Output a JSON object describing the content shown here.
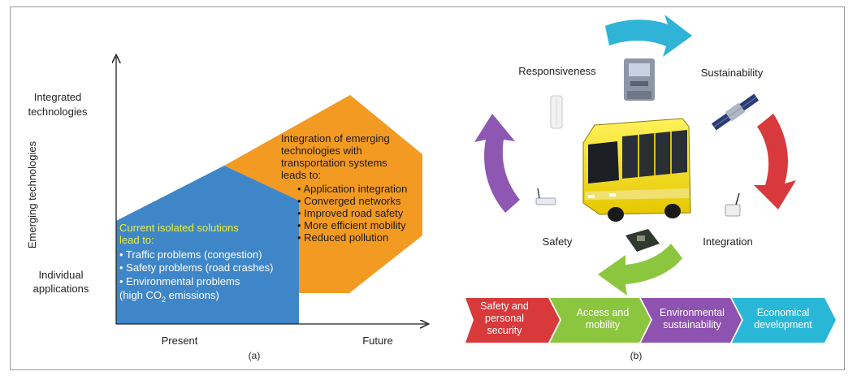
{
  "panel_a": {
    "y_axis_title": "Emerging technologies",
    "y_top_label": [
      "Integrated",
      "technologies"
    ],
    "y_bottom_label": [
      "Individual",
      "applications"
    ],
    "x_left_label": "Present",
    "x_right_label": "Future",
    "caption": "(a)",
    "blue_box": {
      "heading": [
        "Current isolated solutions",
        "lead to:"
      ],
      "items": [
        "• Traffic problems (congestion)",
        "• Safety problems (road crashes)",
        "• Environmental problems"
      ],
      "last_line_prefix": "(high CO",
      "last_line_sub": "2",
      "last_line_suffix": " emissions)"
    },
    "orange_box": {
      "heading": [
        "Integration of emerging",
        "technologies with",
        "transportation systems",
        "leads to:"
      ],
      "items": [
        "• Application integration",
        "• Converged networks",
        "• Improved road safety",
        "• More efficient mobility",
        "• Reduced pollution"
      ]
    },
    "colors": {
      "blue": "#3f86c8",
      "orange": "#f39a22",
      "heading_yellow": "#e8f03a"
    }
  },
  "panel_b": {
    "labels": {
      "responsiveness": "Responsiveness",
      "sustainability": "Sustainability",
      "safety": "Safety",
      "integration": "Integration"
    },
    "chevrons": [
      {
        "lines": [
          "Safety and",
          "personal",
          "security"
        ],
        "color": "#d8393a"
      },
      {
        "lines": [
          "Access and",
          "mobility"
        ],
        "color": "#8cc63f"
      },
      {
        "lines": [
          "Environmental",
          "sustainability"
        ],
        "color": "#8e52b0"
      },
      {
        "lines": [
          "Economical",
          "development"
        ],
        "color": "#29b7d8"
      }
    ],
    "caption": "(b)",
    "arrow_colors": {
      "top": "#2fb3d6",
      "right": "#d7393c",
      "bottom": "#8cc63f",
      "left": "#8d57b2"
    }
  }
}
